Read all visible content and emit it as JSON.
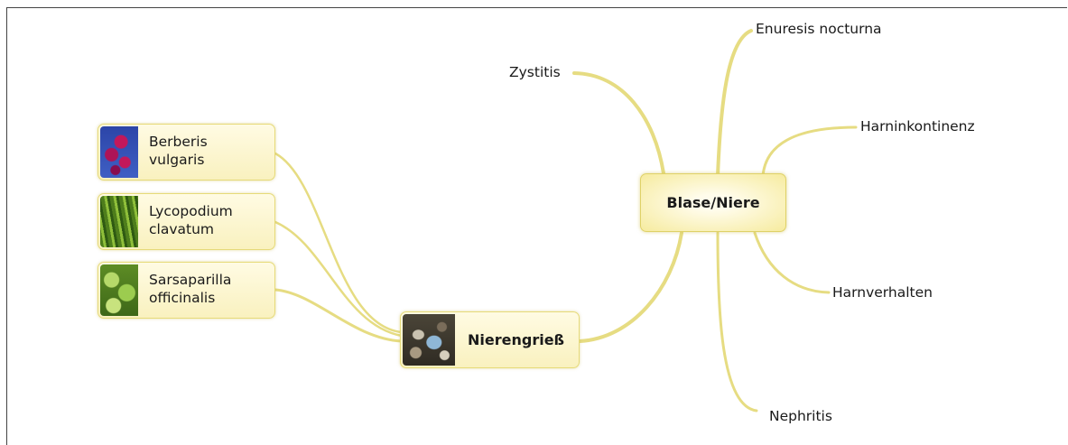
{
  "hub": {
    "label": "Blase/Niere"
  },
  "subhub": {
    "label": "Nierengrieß",
    "thumb_icon": "gravel-stones-photo"
  },
  "remedies": [
    {
      "label": "Berberis\nvulgaris",
      "thumb_icon": "berberis-flower-photo"
    },
    {
      "label": "Lycopodium\nclavatum",
      "thumb_icon": "lycopodium-plant-photo"
    },
    {
      "label": "Sarsaparilla\nofficinalis",
      "thumb_icon": "sarsaparilla-leaves-photo"
    }
  ],
  "branches": [
    "Enuresis nocturna",
    "Zystitis",
    "Harninkontinenz",
    "Harnverhalten",
    "Nephritis"
  ],
  "colors": {
    "link": "#e6dc82",
    "node_border": "#e6da79",
    "node_fill": "#fbf4cc"
  }
}
